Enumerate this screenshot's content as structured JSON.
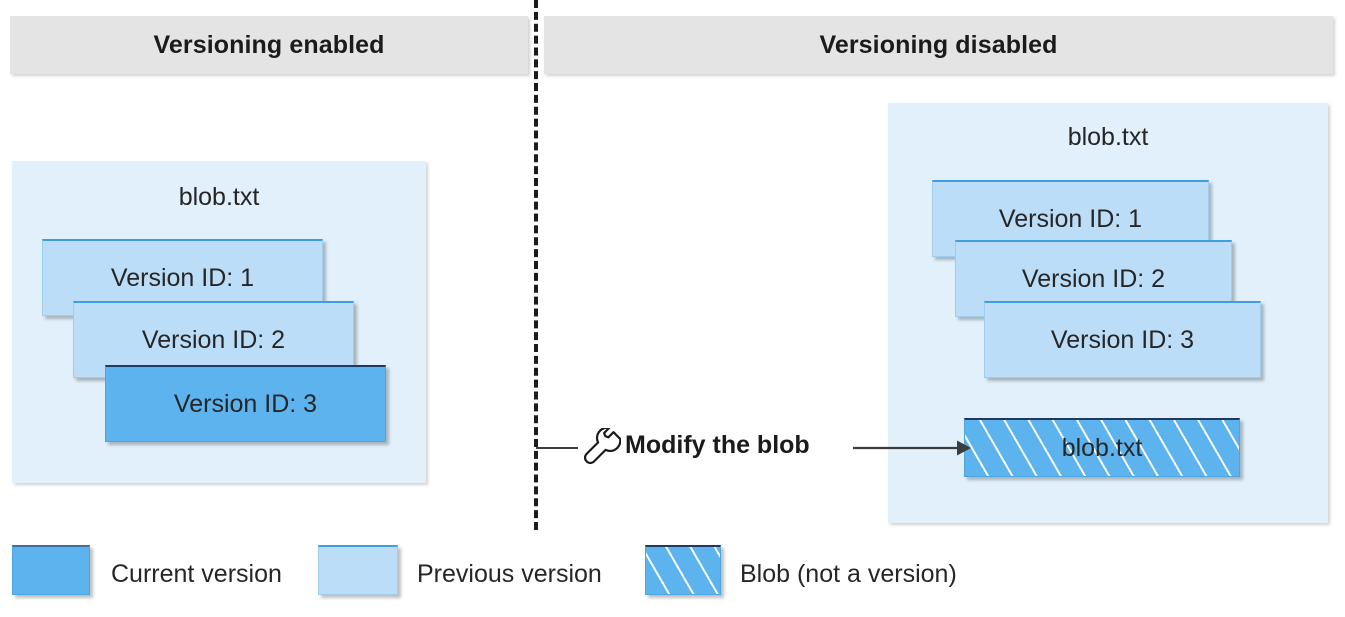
{
  "columns": [
    {
      "title": "Versioning enabled"
    },
    {
      "title": "Versioning disabled"
    }
  ],
  "left_panel": {
    "blob_name": "blob.txt",
    "versions": [
      {
        "label": "Version ID: 1",
        "state": "previous"
      },
      {
        "label": "Version ID: 2",
        "state": "previous"
      },
      {
        "label": "Version ID: 3",
        "state": "current"
      }
    ]
  },
  "right_panel": {
    "blob_name": "blob.txt",
    "versions": [
      {
        "label": "Version ID: 1",
        "state": "previous"
      },
      {
        "label": "Version ID: 2",
        "state": "previous"
      },
      {
        "label": "Version ID: 3",
        "state": "previous"
      }
    ],
    "modified_blob": {
      "label": "blob.txt",
      "state": "blob-not-a-version"
    }
  },
  "action": {
    "label": "Modify the blob",
    "icon": "wrench-icon"
  },
  "legend": [
    {
      "label": "Current version",
      "swatch": "current",
      "color": "#5cb3ee"
    },
    {
      "label": "Previous version",
      "swatch": "previous",
      "color": "#bcddf7"
    },
    {
      "label": "Blob (not a version)",
      "swatch": "hatch",
      "color": "#5cb3ee"
    }
  ],
  "colors": {
    "panel_background": "#e1f0fa",
    "header_background": "#e4e4e4",
    "current_version": "#5cb3ee",
    "previous_version": "#bcddf7",
    "divider": "#1b1b1b",
    "text": "#262626"
  }
}
